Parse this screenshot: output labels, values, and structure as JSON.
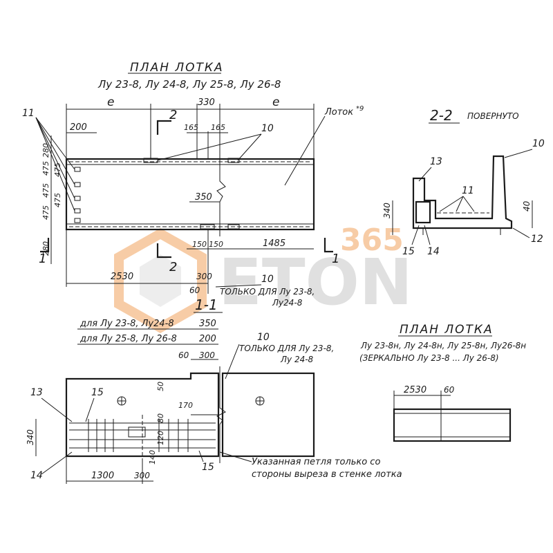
{
  "plan_top": {
    "title": "ПЛАН ЛОТКА",
    "subtitle": "Лу 23-8, Лу 24-8, Лу 25-8, Лу 26-8",
    "label_lotok": "Лоток",
    "label_lotok_sup": "*9",
    "dims": {
      "e_left": "e",
      "e_right": "e",
      "d330": "330",
      "d200": "200",
      "d165a": "165",
      "d165b": "165",
      "d280a": "280",
      "d475a": "475",
      "d475b": "475",
      "d475c": "475",
      "d475d": "475",
      "d475e": "475",
      "d280b": "280",
      "d350": "350",
      "d150a": "150",
      "d150b": "150",
      "d1485": "1485",
      "d2530": "2530",
      "d300": "300",
      "d60": "60"
    },
    "callouts": {
      "c11": "11",
      "c10a": "10",
      "c10b": "10"
    },
    "section_marks": {
      "s2a": "2",
      "s2b": "2",
      "s1a": "1",
      "s1b": "1"
    },
    "note": "ТОЛЬКО ДЛЯ Лу 23-8,",
    "note2": "Лу24-8"
  },
  "section_22": {
    "title": "2-2",
    "subtitle": "ПОВЕРНУТО",
    "callouts": {
      "c10": "10",
      "c13": "13",
      "c11": "11",
      "c15": "15",
      "c14": "14",
      "c12": "12"
    },
    "dims": {
      "d340": "340",
      "d40": "40"
    }
  },
  "section_11": {
    "title": "1-1",
    "row1_label": "для Лу 23-8, Лу24-8",
    "row1_value": "350",
    "row2_label": "для Лу 25-8, Лу 26-8",
    "row2_value": "200",
    "callouts": {
      "c10": "10",
      "c13": "13",
      "c15a": "15",
      "c15b": "15",
      "c14": "14"
    },
    "dims": {
      "d60": "60",
      "d300": "300",
      "d50": "50",
      "d170": "170",
      "d80": "80",
      "d120": "120",
      "d140": "140",
      "d340": "340",
      "d1300": "1300",
      "d300b": "300"
    },
    "note_only": "ТОЛЬКО ДЛЯ Лу 23-8,",
    "note_only2": "Лу 24-8",
    "note_loop1": "Указанная петля только со",
    "note_loop2": "стороны выреза в стенке лотка"
  },
  "plan_mirror": {
    "title": "ПЛАН ЛОТКА",
    "line1": "Лу 23-8н, Лу 24-8н, Лу 25-8н, Лу26-8н",
    "line2": "(ЗЕРКАЛЬНО Лу 23-8 ... Лу 26-8)",
    "dims": {
      "d2530": "2530",
      "d60": "60"
    }
  },
  "watermark": {
    "top": "365",
    "main": "ETON"
  },
  "colors": {
    "ink": "#1a1a1a",
    "watermark_orange": "#f2a35e",
    "watermark_gray": "#c8c8c8"
  }
}
